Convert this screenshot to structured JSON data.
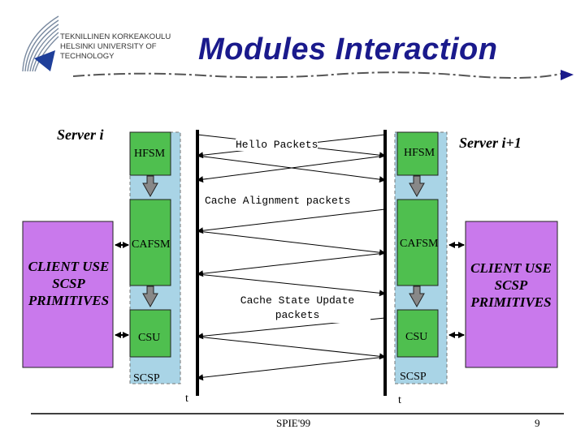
{
  "header": {
    "institution_lines": [
      "TEKNILLINEN KORKEAKOULU",
      "HELSINKI UNIVERSITY OF",
      "TECHNOLOGY"
    ],
    "title": "Modules Interaction"
  },
  "servers": {
    "left": "Server i",
    "right": "Server i+1"
  },
  "modules": {
    "left": [
      "HFSM",
      "CAFSM",
      "CSU",
      "SCSP"
    ],
    "right": [
      "HFSM",
      "CAFSM",
      "CSU",
      "SCSP"
    ]
  },
  "messages": {
    "hello": "Hello Packets",
    "cache_alignment": "Cache Alignment packets",
    "cache_state_update_1": "Cache State Update",
    "cache_state_update_2": "packets"
  },
  "clients": {
    "left": [
      "CLIENT USE",
      "SCSP",
      "PRIMITIVES"
    ],
    "right": [
      "CLIENT USE",
      "SCSP",
      "PRIMITIVES"
    ]
  },
  "time_labels": {
    "left": "t",
    "right": "t"
  },
  "footer": {
    "conference": "SPIE'99",
    "page": "9"
  },
  "colors": {
    "module_panel": "#a9d4e6",
    "module_box": "#4fbf4f",
    "client_box": "#c979ec",
    "title": "#1a1a8c"
  }
}
